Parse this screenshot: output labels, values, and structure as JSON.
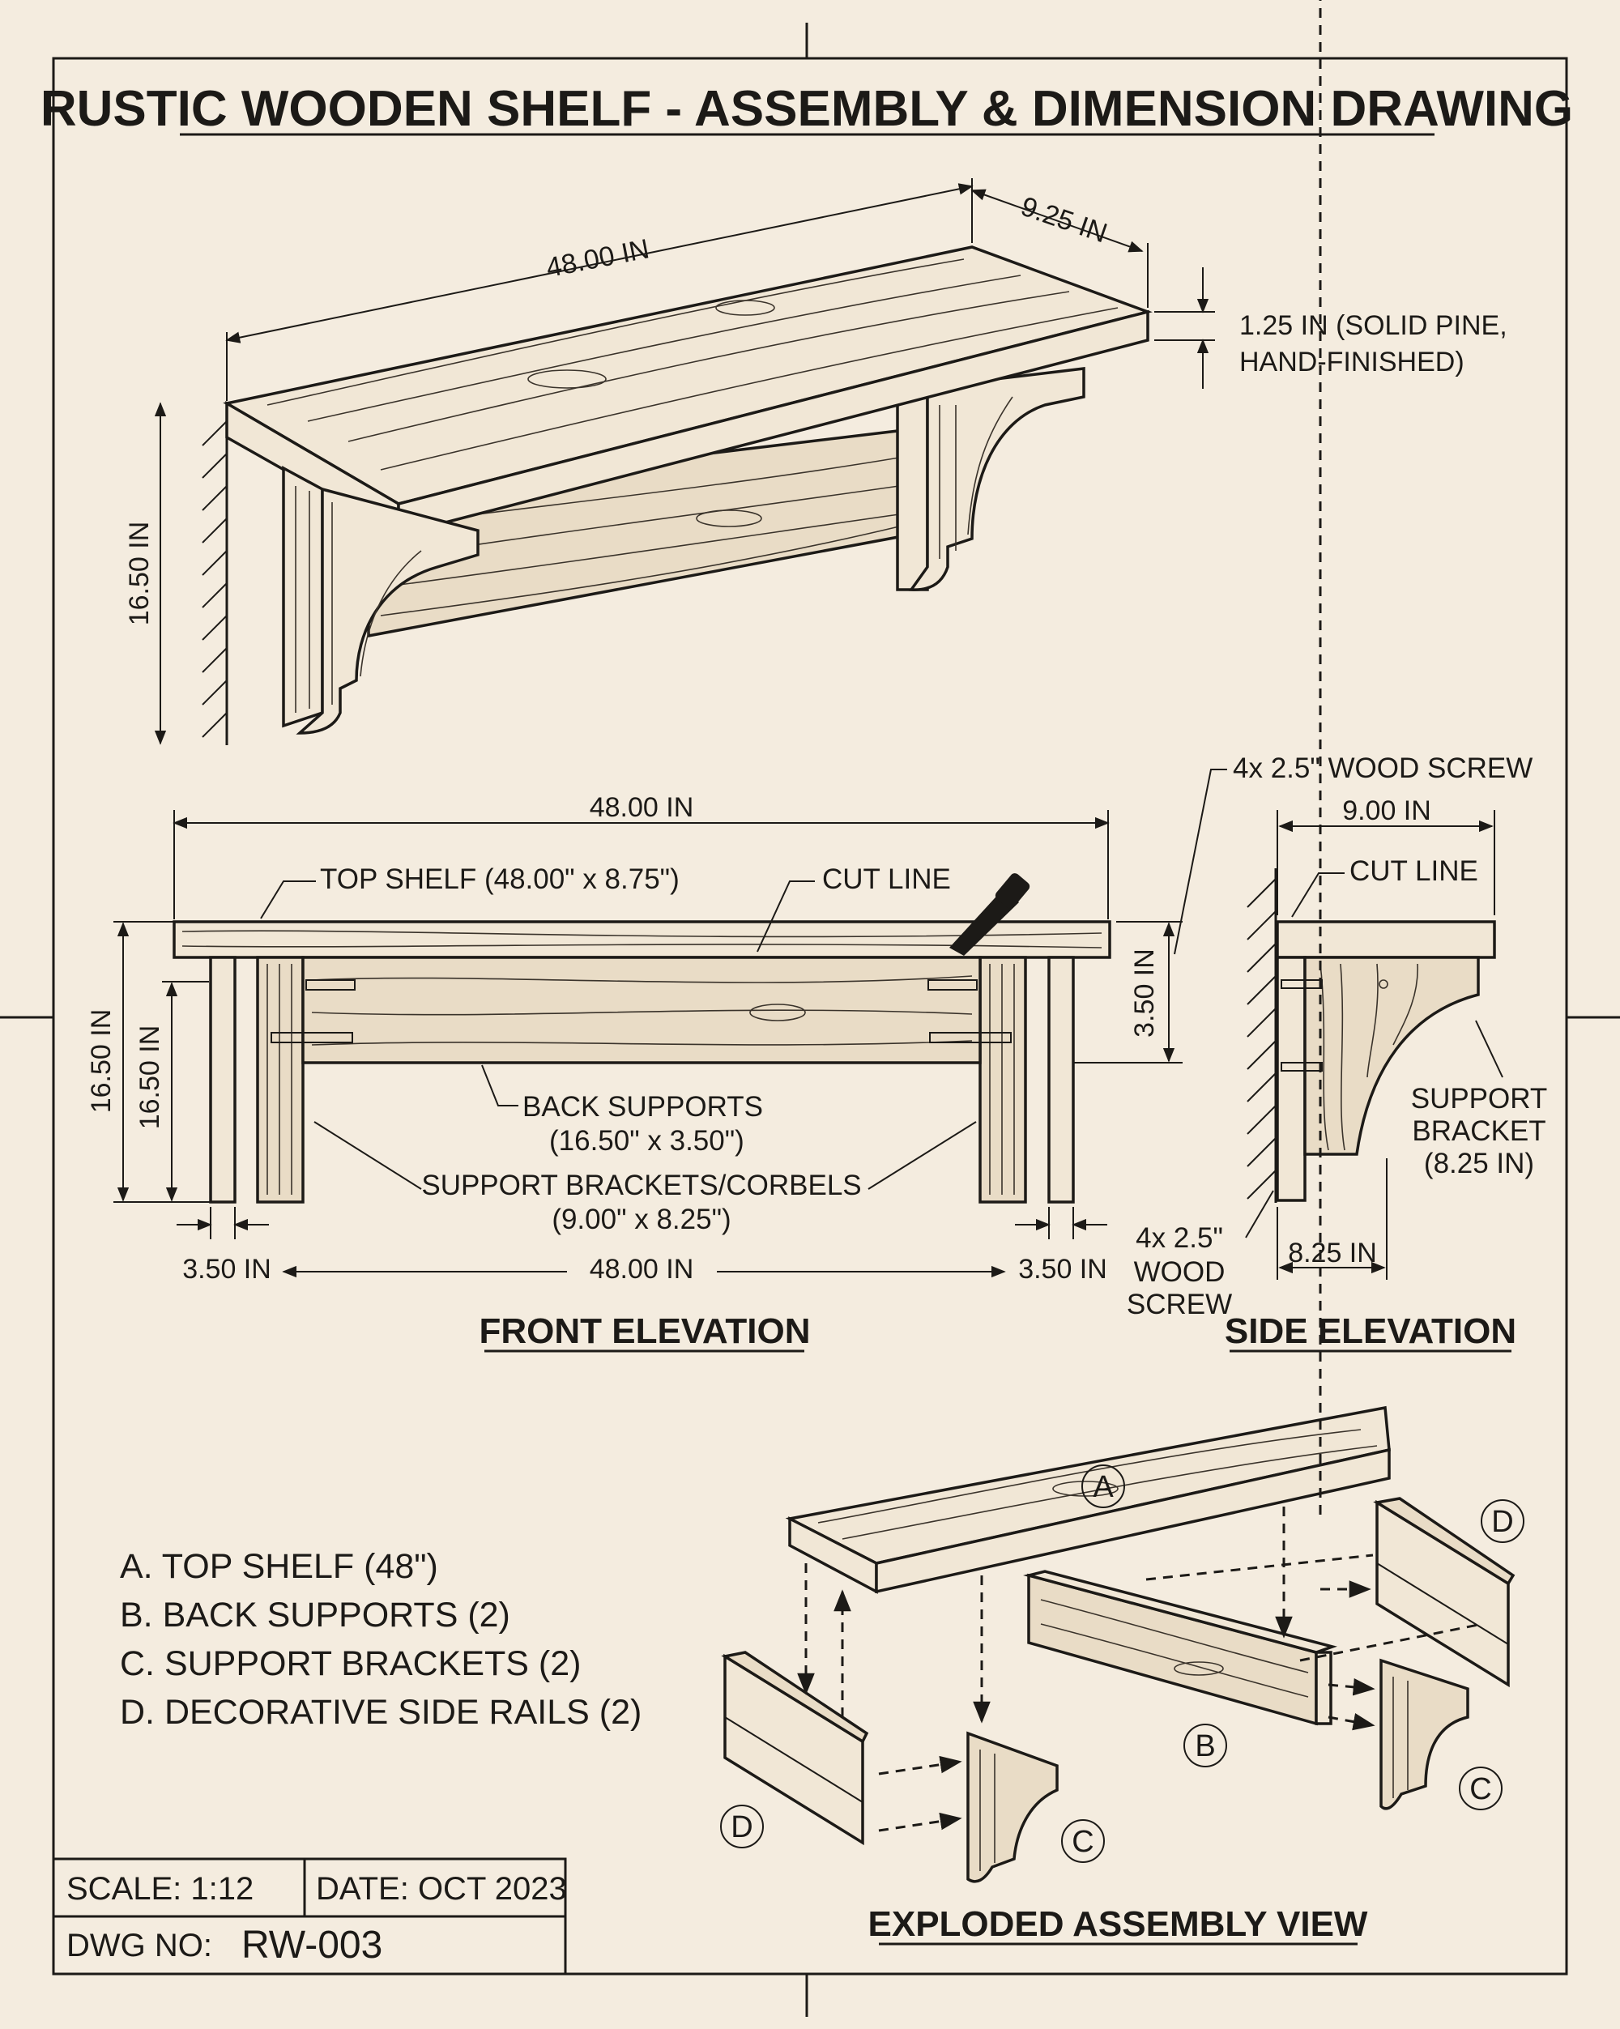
{
  "title": "RUSTIC WOODEN SHELF - ASSEMBLY & DIMENSION DRAWING",
  "iso": {
    "length": "48.00 IN",
    "depth": "9.25 IN",
    "height": "16.50 IN",
    "thickness_line1": "1.25 IN (SOLID PINE,",
    "thickness_line2": "HAND-FINISHED)"
  },
  "front": {
    "heading": "FRONT ELEVATION",
    "overall_width": "48.00 IN",
    "top_shelf": "TOP SHELF (48.00\" x 8.75\")",
    "cut_line": "CUT LINE",
    "height_outer": "16.50 IN",
    "height_inner": "16.50 IN",
    "rail_height": "3.50 IN",
    "back_supports_1": "BACK SUPPORTS",
    "back_supports_2": "(16.50\" x 3.50\")",
    "brackets_1": "SUPPORT BRACKETS/CORBELS",
    "brackets_2": "(9.00\" x 8.25\")",
    "left_offset": "3.50 IN",
    "inner_width": "48.00 IN",
    "right_offset": "3.50 IN"
  },
  "side": {
    "heading": "SIDE ELEVATION",
    "screw_top": "4x 2.5\" WOOD SCREW",
    "depth": "9.00 IN",
    "cut_line": "CUT LINE",
    "bracket_1": "SUPPORT",
    "bracket_2": "BRACKET",
    "bracket_3": "(8.25 IN)",
    "screw_bottom_1": "4x 2.5\"",
    "screw_bottom_2": "WOOD",
    "screw_bottom_3": "SCREW",
    "bracket_depth": "8.25 IN"
  },
  "parts": [
    "A. TOP SHELF (48\")",
    "B. BACK SUPPORTS (2)",
    "C. SUPPORT BRACKETS (2)",
    "D. DECORATIVE SIDE RAILS (2)"
  ],
  "exploded": {
    "heading": "EXPLODED ASSEMBLY VIEW",
    "labels": [
      "A",
      "B",
      "C",
      "C",
      "D",
      "D"
    ]
  },
  "title_block": {
    "scale": "SCALE:  1:12",
    "date": "DATE:  OCT 2023",
    "dwg_label": "DWG NO:",
    "dwg_no": "RW-003"
  },
  "icons": [
    "saw-icon"
  ],
  "colors": {
    "paper": "#f4ecdf",
    "ink": "#1c1a17",
    "wood": "#f1e7d6"
  }
}
